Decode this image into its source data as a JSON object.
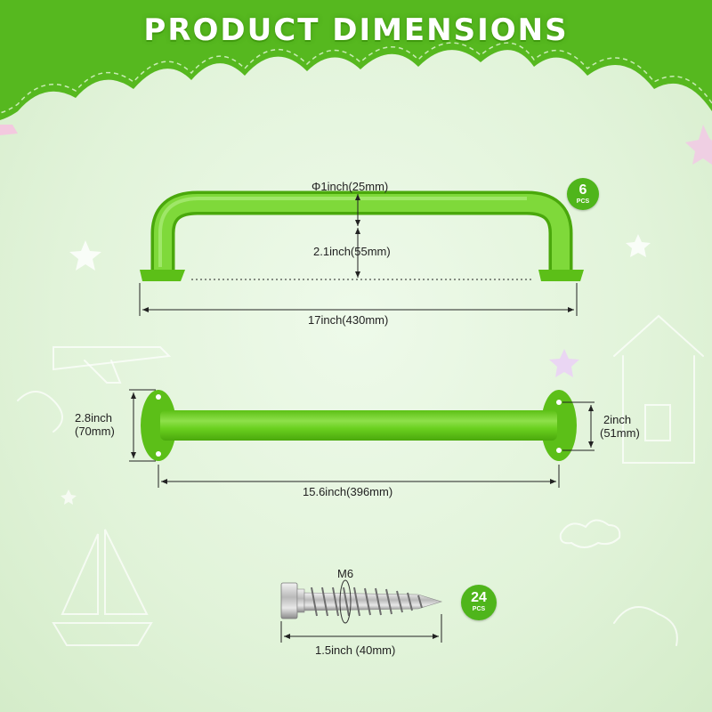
{
  "title": "PRODUCT DIMENSIONS",
  "handle_side": {
    "diameter_label": "Φ1inch(25mm)",
    "height_label": "2.1inch(55mm)",
    "length_label": "17inch(430mm)",
    "quantity": "6",
    "quantity_unit": "PCS"
  },
  "handle_top": {
    "left_height_line1": "2.8inch",
    "left_height_line2": "(70mm)",
    "right_height_line1": "2inch",
    "right_height_line2": "(51mm)",
    "length_label": "15.6inch(396mm)"
  },
  "screw": {
    "thread_label": "M6",
    "length_label": "1.5inch (40mm)",
    "quantity": "24",
    "quantity_unit": "PCS"
  },
  "colors": {
    "banner_green": "#56b81f",
    "handle_green": "#6cd11e",
    "badge_green": "#4fb51b"
  }
}
